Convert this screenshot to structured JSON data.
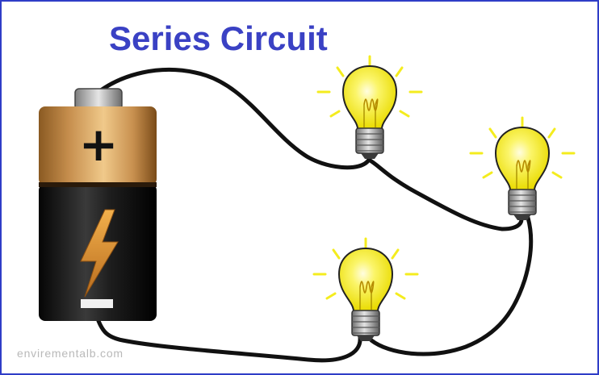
{
  "title": "Series Circuit",
  "watermark": "envirementalb.com",
  "components": {
    "battery": {
      "positive_symbol": "+",
      "negative_symbol": "−",
      "icon": "lightning-bolt-icon"
    },
    "bulbs": [
      {
        "name": "bulb-1",
        "state": "lit"
      },
      {
        "name": "bulb-2",
        "state": "lit"
      },
      {
        "name": "bulb-3",
        "state": "lit"
      }
    ]
  },
  "colors": {
    "title": "#3a41c4",
    "frame": "#2f3dc7",
    "wire": "#111111",
    "bulb_glass": "#f7f01a",
    "rays": "#f4ec1e",
    "battery_top": "#c0894a",
    "battery_bottom": "#151515",
    "bolt": "#d98a2b"
  }
}
